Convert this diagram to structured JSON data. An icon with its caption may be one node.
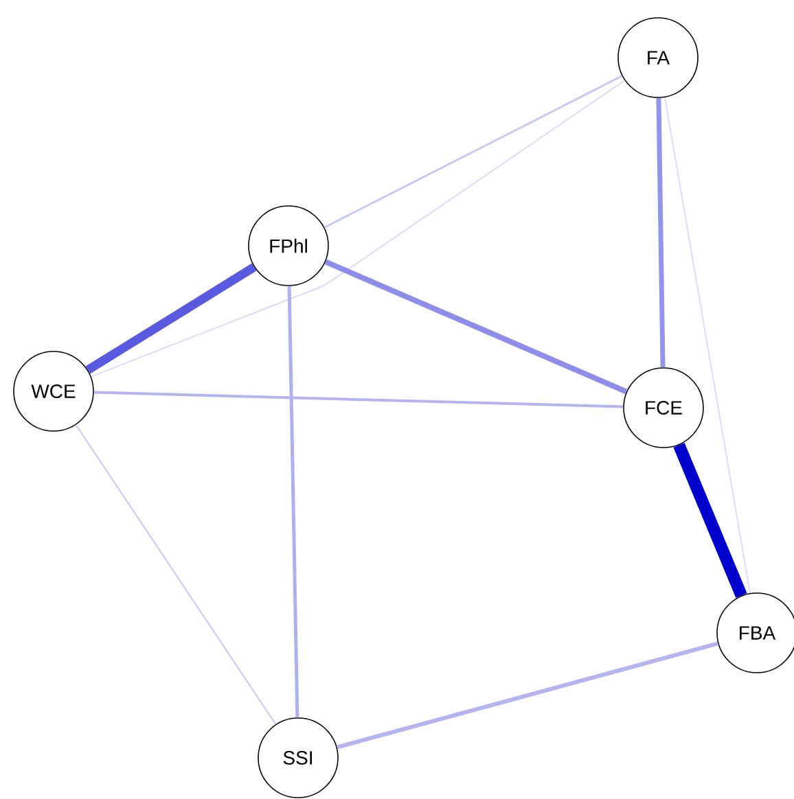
{
  "diagram": {
    "nodes": [
      {
        "text": [
          "FA"
        ]
      },
      {
        "text": [
          "FPhl"
        ]
      },
      {
        "text": [
          "WCE"
        ]
      },
      {
        "text": [
          "FCE"
        ]
      },
      {
        "text": [
          "FBA"
        ]
      },
      {
        "text": [
          "SSI"
        ]
      }
    ],
    "edges": [
      {
        "from": 0,
        "to": 1,
        "arrow": "none",
        "color": "#c8c8f4"
      },
      {
        "from": 2,
        "to": 0,
        "arrow": "none",
        "color": "#dcdcf8"
      },
      {
        "from": 0,
        "to": 3,
        "arrow": "none",
        "color": "#9494ec"
      },
      {
        "from": 0,
        "to": 4,
        "arrow": "none",
        "color": "#dcdcf8"
      },
      {
        "from": 1,
        "to": 2,
        "arrow": "none",
        "style": "thick",
        "color": "#5a5ae0"
      },
      {
        "from": 1,
        "to": 3,
        "arrow": "none",
        "color": "#8e8eea"
      },
      {
        "from": 1,
        "to": 5,
        "arrow": "none",
        "color": "#b0b0f0"
      },
      {
        "from": 2,
        "to": 3,
        "arrow": "none",
        "color": "#b4b4f0"
      },
      {
        "from": 2,
        "to": 5,
        "arrow": "none",
        "color": "#c8c8f4"
      },
      {
        "from": 3,
        "to": 4,
        "arrow": "none",
        "style": "thick",
        "color": "#0000cc"
      },
      {
        "from": 5,
        "to": 4,
        "arrow": "none",
        "color": "#b4b4f0"
      }
    ]
  }
}
